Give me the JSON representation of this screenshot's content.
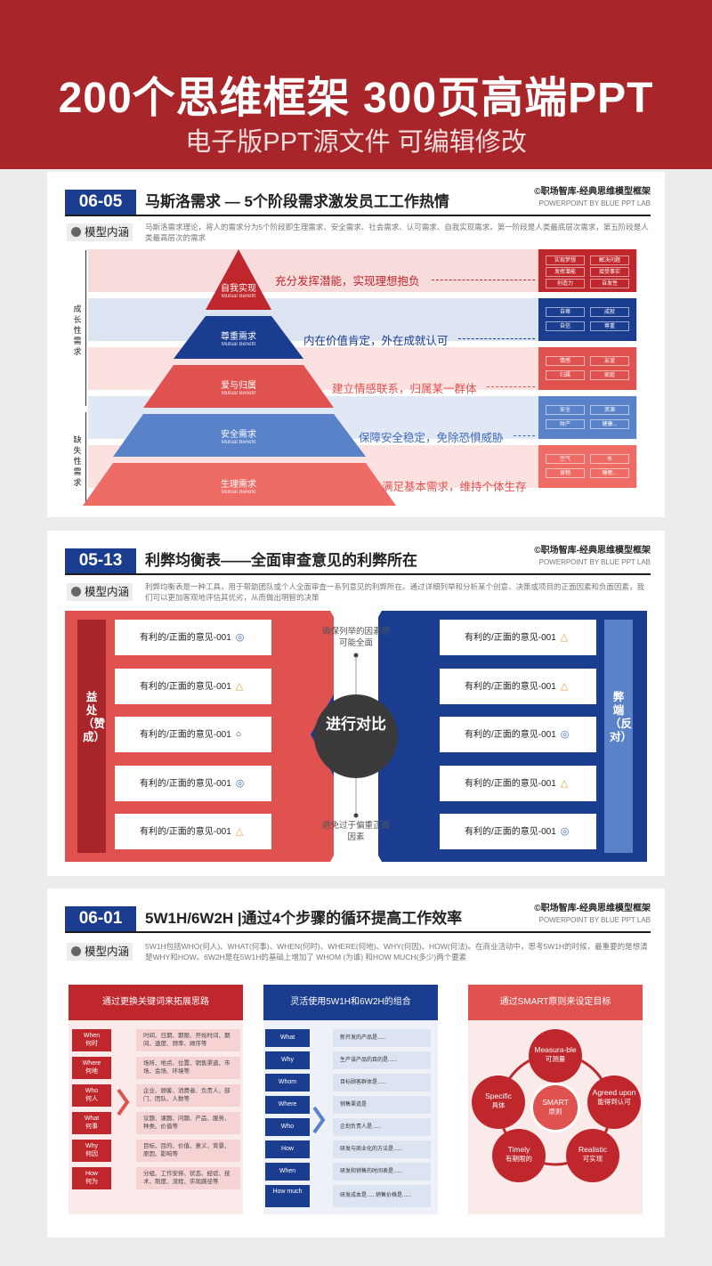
{
  "banner": {
    "line1": "200个思维框架 300页高端PPT",
    "line2": "电子版PPT源文件 可编辑修改"
  },
  "brand": {
    "cn": "©职场智库-经典思维模型框架",
    "en": "POWERPOINT BY BLUE PPT LAB"
  },
  "model_label": "模型内涵",
  "maslow": {
    "number": "06-05",
    "title": "马斯洛需求 — 5个阶段需求激发员工工作热情",
    "desc": "马斯洛需求理论，将人的需求分为5个阶段即生理需求、安全需求、社会需求、认可需求、自我实现需求。第一阶段是人类最底层次需求，第五阶段是人类最高层次的需求",
    "left_top": "成长性需求",
    "left_bottom": "缺失性需求",
    "levels": [
      {
        "name": "自我实现",
        "en": "Mutual Benefit",
        "text": "充分发挥潜能，实现理想抱负",
        "tags": [
          "实现梦想",
          "解决问题",
          "发挥潜能",
          "接受事实",
          "创造力",
          "自发性"
        ],
        "color": "#c0272d"
      },
      {
        "name": "尊重需求",
        "en": "Mutual Benefit",
        "text": "内在价值肯定，外在成就认可",
        "tags": [
          "自尊",
          "成就",
          "自信",
          "尊重"
        ],
        "color": "#1b3d8f"
      },
      {
        "name": "爱与归属",
        "en": "Mutual Benefit",
        "text": "建立情感联系，归属某一群体",
        "tags": [
          "情感",
          "友谊",
          "归属",
          "家庭"
        ],
        "color": "#e0524f"
      },
      {
        "name": "安全需求",
        "en": "Mutual Benefit",
        "text": "保障安全稳定，免除恐惧威胁",
        "tags": [
          "安全",
          "资源",
          "财产",
          "健康..."
        ],
        "color": "#5a82c9"
      },
      {
        "name": "生理需求",
        "en": "Mutual Benefit",
        "text": "满足基本需求，维持个体生存",
        "tags": [
          "空气",
          "水",
          "食物",
          "睡眠..."
        ],
        "color": "#ee6b66"
      }
    ]
  },
  "balance": {
    "number": "05-13",
    "title": "利弊均衡表——全面审查意见的利弊所在",
    "desc": "利弊均衡表是一种工具，用于帮助团队或个人全面审查一系列意见的利弊所在。通过详细列举和分析某个创意、决策或项目的正面因素和负面因素，我们可以更加客观地评估其优劣，从而做出明智的决策",
    "left_label": "益处（赞成）",
    "right_label": "弊端（反对）",
    "center": "进行对比",
    "top_note": "确保列举的因素尽可能全面",
    "bottom_note": "避免过于偏重正面因素",
    "left_items": [
      {
        "text": "有利的/正面的意见-001",
        "icon": "◎"
      },
      {
        "text": "有利的/正面的意见-001",
        "icon": "△"
      },
      {
        "text": "有利的/正面的意见-001",
        "icon": "○"
      },
      {
        "text": "有利的/正面的意见-001",
        "icon": "◎"
      },
      {
        "text": "有利的/正面的意见-001",
        "icon": "△"
      }
    ],
    "right_items": [
      {
        "text": "有利的/正面的意见-001",
        "icon": "△"
      },
      {
        "text": "有利的/正面的意见-001",
        "icon": "△"
      },
      {
        "text": "有利的/正面的意见-001",
        "icon": "◎"
      },
      {
        "text": "有利的/正面的意见-001",
        "icon": "△"
      },
      {
        "text": "有利的/正面的意见-001",
        "icon": "◎"
      }
    ]
  },
  "w5h": {
    "number": "06-01",
    "title": "5W1H/6W2H |通过4个步骤的循环提高工作效率",
    "desc": "5W1H包括WHO(何人)、WHAT(何事)、WHEN(何时)、WHERE(何地)、WHY(何因)、HOW(何法)。在商业活动中，思考5W1H的时候，最重要的是想清楚WHY和HOW。6W2H是在5W1H的基础上增加了 WHOM (为谁) 和HOW MUCH(多少)两个要素",
    "col1": {
      "title": "通过更换关键词来拓展思路",
      "rows": [
        {
          "k": "When",
          "c": "何时",
          "t": "时间、日期、期限、开始时间、期间、速度、频率、顺序等"
        },
        {
          "k": "Where",
          "c": "何地",
          "t": "场所、地点、位置、销售渠道、市场、会场、环境等"
        },
        {
          "k": "Who",
          "c": "何人",
          "t": "企业、顾客、消费者、负责人、部门、团队、人数等"
        },
        {
          "k": "What",
          "c": "何事",
          "t": "议题、课题、问题、产品、服务、种类、价值等"
        },
        {
          "k": "Why",
          "c": "何因",
          "t": "目标、目的、价值、意义、背景、原因、影响等"
        },
        {
          "k": "How",
          "c": "何为",
          "t": "分组、工作安排、状态、经验、技术、制度、流程、实现路径等"
        }
      ]
    },
    "col2": {
      "title": "灵活使用5W1H和6W2H的组合",
      "rows": [
        {
          "k": "What",
          "t": "新开发的产品是......"
        },
        {
          "k": "Why",
          "t": "生产该产品的目的是......"
        },
        {
          "k": "Whom",
          "t": "目标顾客群体是......"
        },
        {
          "k": "Where",
          "t": "销售渠道是"
        },
        {
          "k": "Who",
          "t": "企划负责人是......"
        },
        {
          "k": "How",
          "t": "研发与商业化的方法是......"
        },
        {
          "k": "When",
          "t": "研发和销售的时间表是......"
        },
        {
          "k": "How much",
          "t": "研发成本是......销售价格是......"
        }
      ]
    },
    "col3": {
      "title": "通过SMART原则来设定目标",
      "center": {
        "a": "SMART",
        "b": "原则"
      },
      "items": [
        {
          "a": "Measura-ble",
          "b": "可测量"
        },
        {
          "a": "Agreed upon",
          "b": "能得到认可"
        },
        {
          "a": "Realistic",
          "b": "可实现"
        },
        {
          "a": "Timely",
          "b": "有期限的"
        },
        {
          "a": "Specific",
          "b": "具体"
        }
      ]
    }
  }
}
